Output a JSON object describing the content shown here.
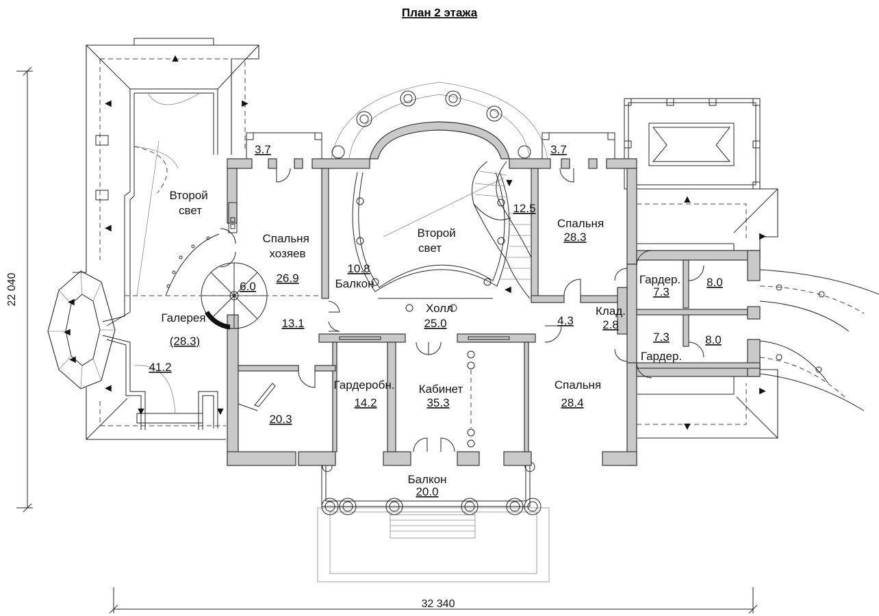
{
  "title": "План 2 этажа",
  "dimensions": {
    "height": "22 040",
    "width": "32 340"
  },
  "rooms": {
    "second_light_left": {
      "name": "Второй\nсвет"
    },
    "master_bedroom": {
      "name": "Спальня\nхозяев",
      "area": "26.9"
    },
    "balcony_top_left": {
      "area": "3.7"
    },
    "balcony_top_right": {
      "area": "3.7"
    },
    "second_light_center": {
      "name": "Второй\nсвет"
    },
    "stair_right": {
      "area": "12.5"
    },
    "bedroom_top_right": {
      "name": "Спальня",
      "area": "28.3"
    },
    "balcony_mid": {
      "name": "Балкон",
      "area": "10.8"
    },
    "spiral_stair": {
      "area": "6.0"
    },
    "gallery": {
      "name": "Галерея",
      "area": "(28.3)"
    },
    "gallery_lower": {
      "area": "41.2"
    },
    "room_13": {
      "area": "13.1"
    },
    "hall": {
      "name": "Холл",
      "area": "25.0"
    },
    "room_43": {
      "area": "4.3"
    },
    "storage": {
      "name": "Клад.",
      "area": "2.8"
    },
    "wardrobe_top": {
      "name": "Гардер.",
      "area": "7.3"
    },
    "room_80_top": {
      "area": "8.0"
    },
    "wardrobe_bottom": {
      "name": "Гардер.",
      "area": "7.3"
    },
    "room_80_bottom": {
      "area": "8.0"
    },
    "room_203": {
      "area": "20.3"
    },
    "dressing_room": {
      "name": "Гардеробн.",
      "area": "14.2"
    },
    "study": {
      "name": "Кабинет",
      "area": "35.3"
    },
    "bedroom_bottom_right": {
      "name": "Спальня",
      "area": "28.4"
    },
    "balcony_bottom": {
      "name": "Балкон",
      "area": "20.0"
    }
  }
}
